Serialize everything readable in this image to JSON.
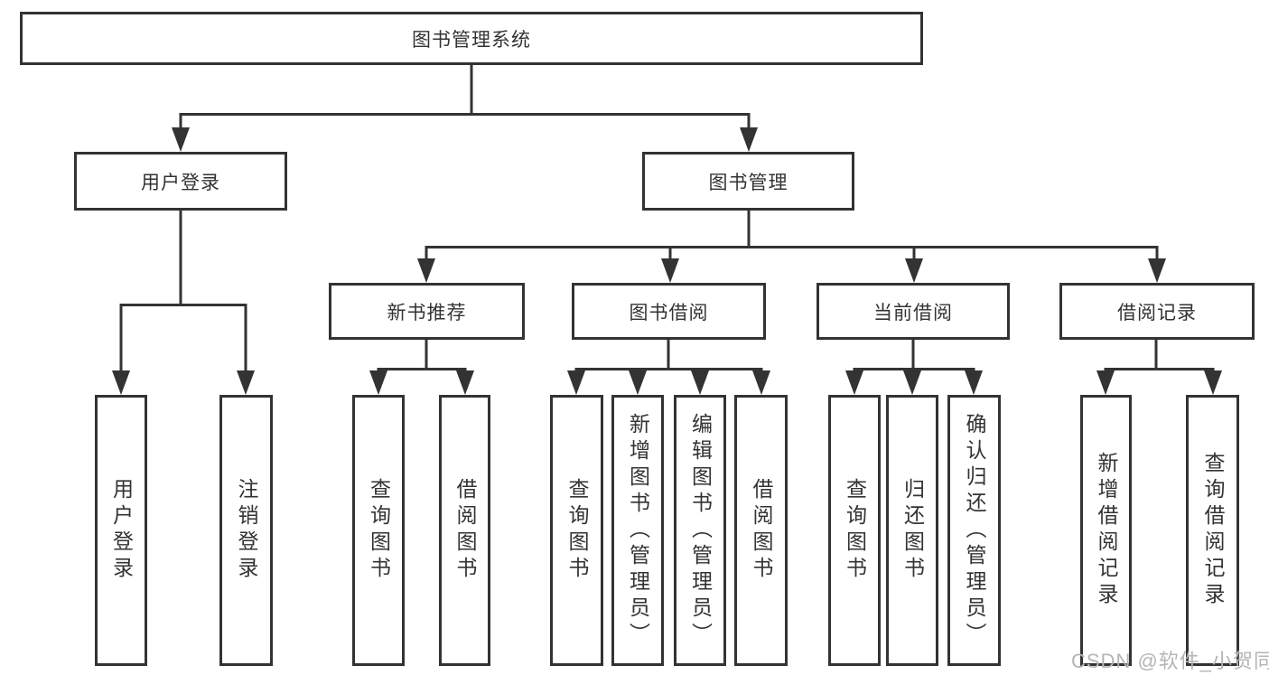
{
  "diagram_title": "图书管理系统",
  "nodes": {
    "root": "图书管理系统",
    "user": "用户登录",
    "book": "图书管理",
    "user_children": {
      "login": "用户登录",
      "logout": "注销登录"
    },
    "book_children": {
      "new": "新书推荐",
      "borrow": "图书借阅",
      "current": "当前借阅",
      "record": "借阅记录"
    },
    "new_children": {
      "query": "查询图书",
      "borrow": "借阅图书"
    },
    "borrow_children": {
      "query": "查询图书",
      "add": "新增图书（管理员）",
      "edit": "编辑图书（管理员）",
      "borrow": "借阅图书"
    },
    "current_children": {
      "query": "查询图书",
      "return": "归还图书",
      "confirm": "确认归还（管理员）"
    },
    "record_children": {
      "add": "新增借阅记录",
      "query": "查询借阅记录"
    }
  },
  "watermark": "CSDN @软件_小贺同学",
  "colors": {
    "line": "#333333",
    "text": "#333333",
    "watermark": "#b5b5b5",
    "background": "#ffffff"
  }
}
